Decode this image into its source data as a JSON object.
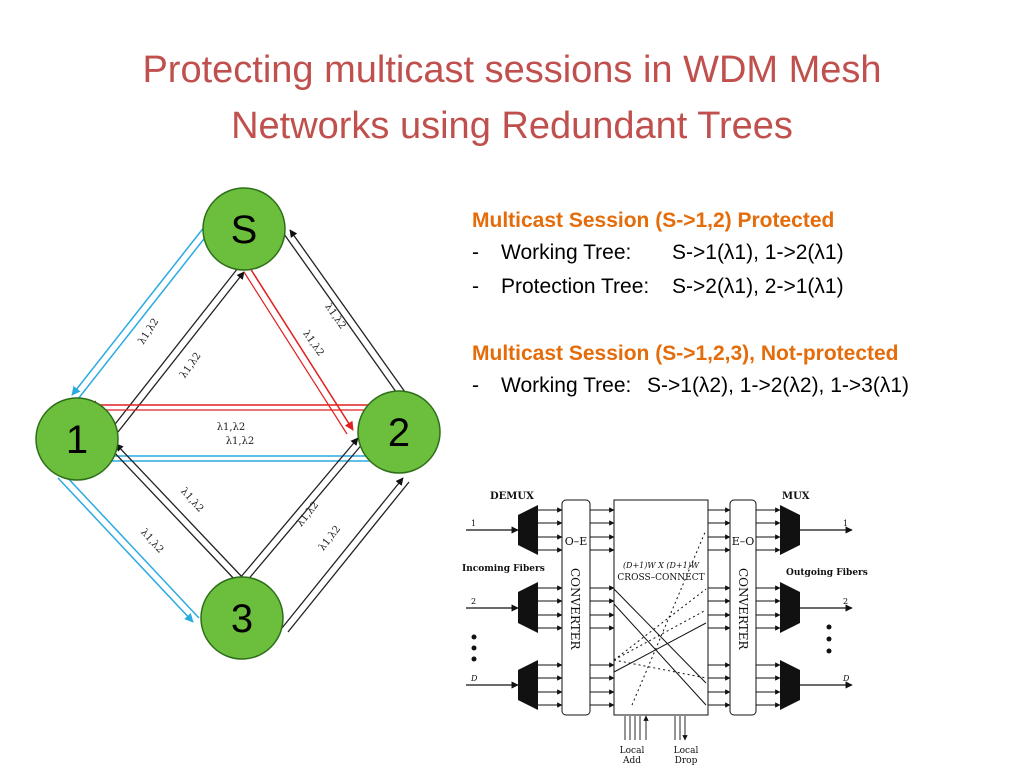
{
  "slide": {
    "title_line1": "Protecting multicast sessions in WDM Mesh",
    "title_line2": "Networks using Redundant Trees"
  },
  "sessions": [
    {
      "heading": "Multicast Session (S->1,2) Protected",
      "items": [
        {
          "label": "Working Tree:",
          "value": "S->1(λ1), 1->2(λ1)"
        },
        {
          "label": "Protection Tree:",
          "value": "S->2(λ1), 2->1(λ1)"
        }
      ]
    },
    {
      "heading": "Multicast Session (S->1,2,3), Not-protected",
      "items": [
        {
          "label": "Working Tree:",
          "value": "S->1(λ2), 1->2(λ2), 1->3(λ1)"
        }
      ]
    }
  ],
  "network": {
    "nodes": {
      "s": "S",
      "n1": "1",
      "n2": "2",
      "n3": "3"
    },
    "link_label": "λ1,λ2",
    "colors": {
      "node_fill": "#6bbf3c",
      "node_stroke": "#2e6e1a",
      "working": "#29abe2",
      "protection": "#e02020",
      "link": "#222222"
    }
  },
  "oxc": {
    "demux": "DEMUX",
    "mux": "MUX",
    "incoming": "Incoming Fibers",
    "outgoing": "Outgoing Fibers",
    "oe": "O–E",
    "eo": "E–O",
    "converter": "CONVERTER",
    "cc_formula": "(D+1)W X (D+1)W",
    "cc_label": "CROSS–CONNECT",
    "port1": "1",
    "port2": "2",
    "portD": "D",
    "local_add_1": "Local",
    "local_add_2": "Add",
    "local_drop_1": "Local",
    "local_drop_2": "Drop"
  }
}
